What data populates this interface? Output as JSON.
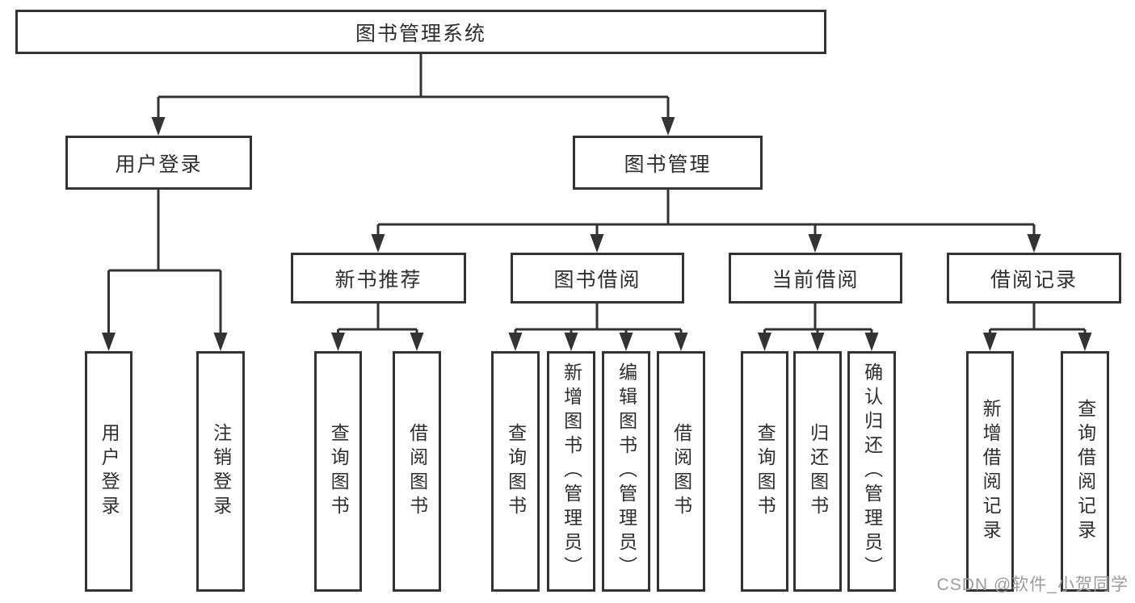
{
  "diagram": {
    "type": "hierarchy-tree",
    "colors": {
      "line": "#333333",
      "border": "#333333",
      "text": "#2e2e2e",
      "watermark_text": "#9c9c9c",
      "background": "#ffffff"
    },
    "tree": {
      "root": {
        "label": "图书管理系统"
      },
      "children": [
        {
          "label": "用户登录",
          "children": [
            {
              "label": "用户登录"
            },
            {
              "label": "注销登录"
            }
          ]
        },
        {
          "label": "图书管理",
          "children": [
            {
              "label": "新书推荐",
              "children": [
                {
                  "label": "查询图书"
                },
                {
                  "label": "借阅图书"
                }
              ]
            },
            {
              "label": "图书借阅",
              "children": [
                {
                  "label": "查询图书"
                },
                {
                  "label": "新增图书（管理员）"
                },
                {
                  "label": "编辑图书（管理员）"
                },
                {
                  "label": "借阅图书"
                }
              ]
            },
            {
              "label": "当前借阅",
              "children": [
                {
                  "label": "查询图书"
                },
                {
                  "label": "归还图书"
                },
                {
                  "label": "确认归还（管理员）"
                }
              ]
            },
            {
              "label": "借阅记录",
              "children": [
                {
                  "label": "新增借阅记录"
                },
                {
                  "label": "查询借阅记录"
                }
              ]
            }
          ]
        }
      ]
    },
    "watermark": {
      "text": "CSDN @软件_小贺同学"
    }
  }
}
